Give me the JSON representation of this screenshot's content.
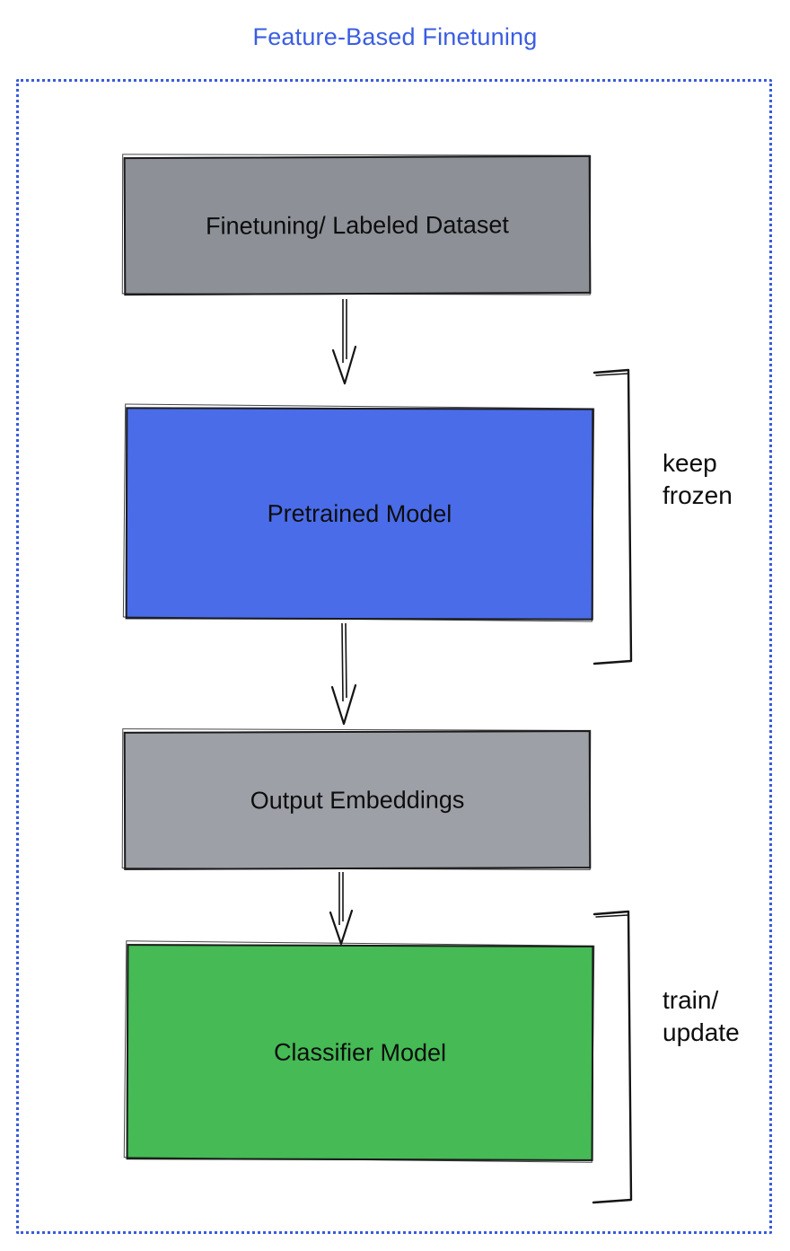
{
  "diagram": {
    "title": "Feature-Based Finetuning",
    "boxes": [
      {
        "id": "dataset",
        "label": "Finetuning/ Labeled Dataset",
        "fill": "#8d9097"
      },
      {
        "id": "pretrained",
        "label": "Pretrained Model",
        "fill": "#4a6ce8"
      },
      {
        "id": "embeddings",
        "label": "Output Embeddings",
        "fill": "#9da0a7"
      },
      {
        "id": "classifier",
        "label": "Classifier Model",
        "fill": "#45ba55"
      }
    ],
    "annotations": [
      {
        "id": "keep-frozen",
        "label": "keep\nfrozen"
      },
      {
        "id": "train-update",
        "label": "train/\nupdate"
      }
    ],
    "colors": {
      "title_text": "#3a5de2",
      "frame_border": "#3a5bdb",
      "box_stroke": "#1c1c1c",
      "label_text": "#0d0d0d"
    }
  }
}
